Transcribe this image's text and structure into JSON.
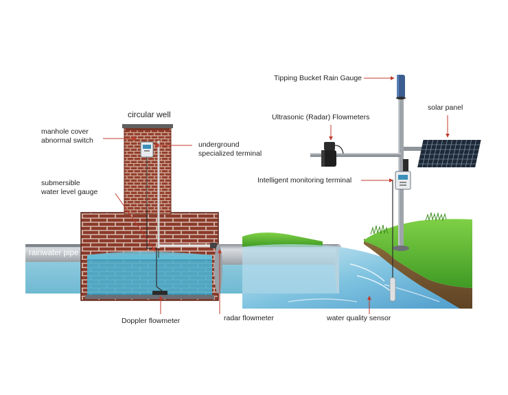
{
  "labels": {
    "circular_well": "circular well",
    "manhole_line1": "manhole cover",
    "manhole_line2": "abnormal switch",
    "underground_line1": "underground",
    "underground_line2": "specialized terminal",
    "submersible_line1": "submersible",
    "submersible_line2": "water level gauge",
    "rainwater_pipe": "rainwater pipe",
    "doppler_flowmeter": "Doppler flowmeter",
    "radar_flowmeter": "radar flowmeter",
    "water_quality_sensor": "water quality sensor",
    "rain_gauge": "Tipping Bucket Rain Gauge",
    "ultrasonic": "Ultrasonic (Radar) Flowmeters",
    "solar_panel": "solar panel",
    "intelligent_terminal": "Intelligent monitoring terminal"
  },
  "colors": {
    "brick": "#8c3a2a",
    "mortar": "#d9c3b8",
    "water": "#7fc3da",
    "pipe": "#c9ccd1",
    "leader": "#c0392b",
    "grass": "#6cc23b",
    "pole": "#9fa4aa"
  }
}
